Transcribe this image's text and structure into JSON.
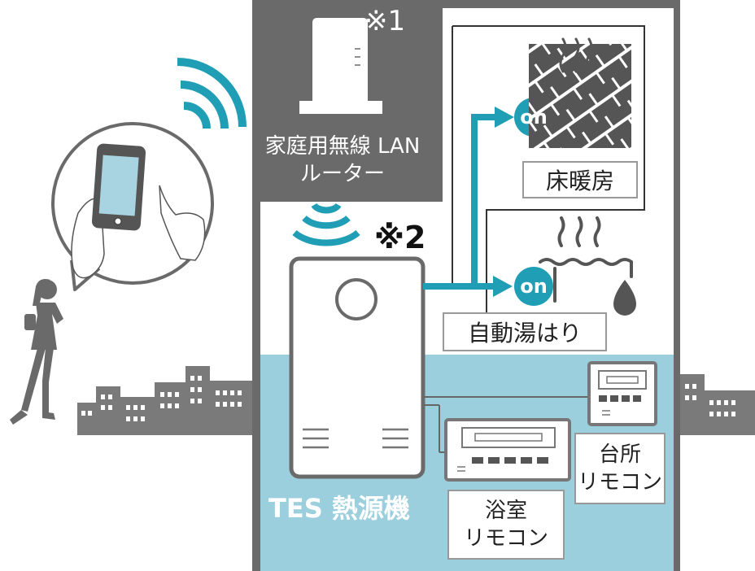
{
  "router": {
    "label_line1": "家庭用無線 LAN",
    "label_line2": "ルーター",
    "note": "※1"
  },
  "heat_source": {
    "label": "TES 熱源機",
    "note": "※2"
  },
  "floor_heating": {
    "label": "床暖房",
    "status": "on"
  },
  "auto_bath": {
    "label": "自動湯はり",
    "status": "on"
  },
  "kitchen_remote": {
    "line1": "台所",
    "line2": "リモコン"
  },
  "bath_remote": {
    "line1": "浴室",
    "line2": "リモコン"
  },
  "colors": {
    "accent": "#1f9eb5",
    "house_gray": "#6a6a6a",
    "water": "#9ccfdd",
    "city_gray": "#7a7a7a"
  },
  "icons": [
    "smartphone-icon",
    "wifi-signal-icon",
    "router-icon",
    "heat-source-unit-icon",
    "floor-heating-icon",
    "bathtub-icon",
    "water-drop-icon",
    "remote-control-icon",
    "person-icon",
    "city-skyline-icon"
  ]
}
